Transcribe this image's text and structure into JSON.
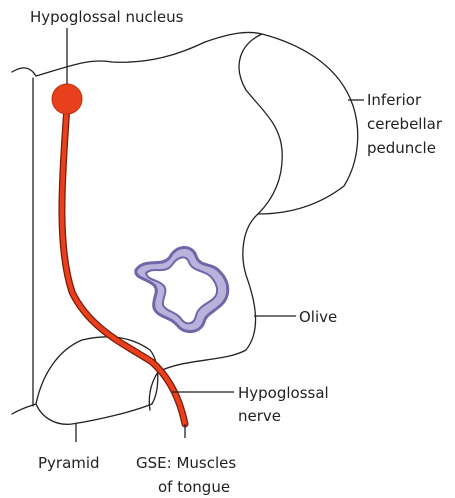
{
  "labels": {
    "hypoglossal_nucleus": "Hypoglossal nucleus",
    "inferior_cerebellar_peduncle": [
      "Inferior",
      "cerebellar",
      "peduncle"
    ],
    "olive": "Olive",
    "hypoglossal_nerve": [
      "Hypoglossal",
      "nerve"
    ],
    "pyramid": "Pyramid",
    "gse_muscles": [
      "GSE: Muscles",
      "of tongue"
    ]
  },
  "colors": {
    "nerve": "#e8401c",
    "nerve_outline": "#7a1a08",
    "olive_fill": "#b9b3dc",
    "olive_stroke": "#6f67a8",
    "outline": "#222222"
  }
}
